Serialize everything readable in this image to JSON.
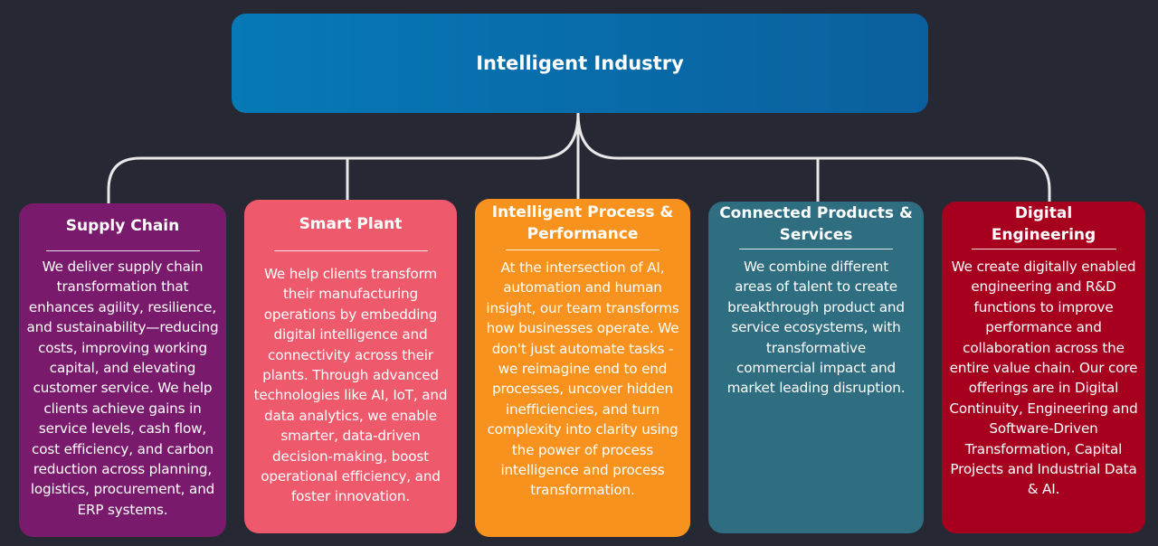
{
  "root": {
    "title": "Intelligent Industry",
    "color": "#0679b6"
  },
  "connector_color": "#e8e8e8",
  "cards": [
    {
      "title": "Supply Chain",
      "color": "#7a1a6c",
      "text": "We deliver supply chain transformation that enhances agility, resilience, and sustainability—reducing costs, improving working capital, and elevating customer service. We help clients achieve gains in service levels, cash flow, cost efficiency, and carbon reduction across planning, logistics, procurement, and ERP systems."
    },
    {
      "title": "Smart Plant",
      "color": "#ee5a6c",
      "text": "We help clients transform their manufacturing operations by embedding digital intelligence and connectivity across their plants. Through advanced technologies like AI, IoT, and data analytics, we enable smarter, data-driven decision-making, boost operational efficiency, and foster innovation."
    },
    {
      "title": "Intelligent Process & Performance",
      "color": "#f7921e",
      "text": "At the intersection of AI, automation and human insight, our team transforms how businesses operate.  We don't just automate tasks - we reimagine end to end processes, uncover hidden inefficiencies, and turn complexity into clarity using the power of process intelligence and process transformation."
    },
    {
      "title": "Connected Products & Services",
      "color": "#2f6d81",
      "text": "We combine different areas of talent to create breakthrough product and service ecosystems, with transformative commercial impact and market leading disruption."
    },
    {
      "title": "Digital Engineering",
      "color": "#a6001e",
      "text": "We create digitally enabled engineering and R&D functions to improve performance and collaboration across the entire value chain. Our core offerings are in Digital Continuity, Engineering and Software-Driven Transformation, Capital Projects and Industrial Data & AI."
    }
  ]
}
